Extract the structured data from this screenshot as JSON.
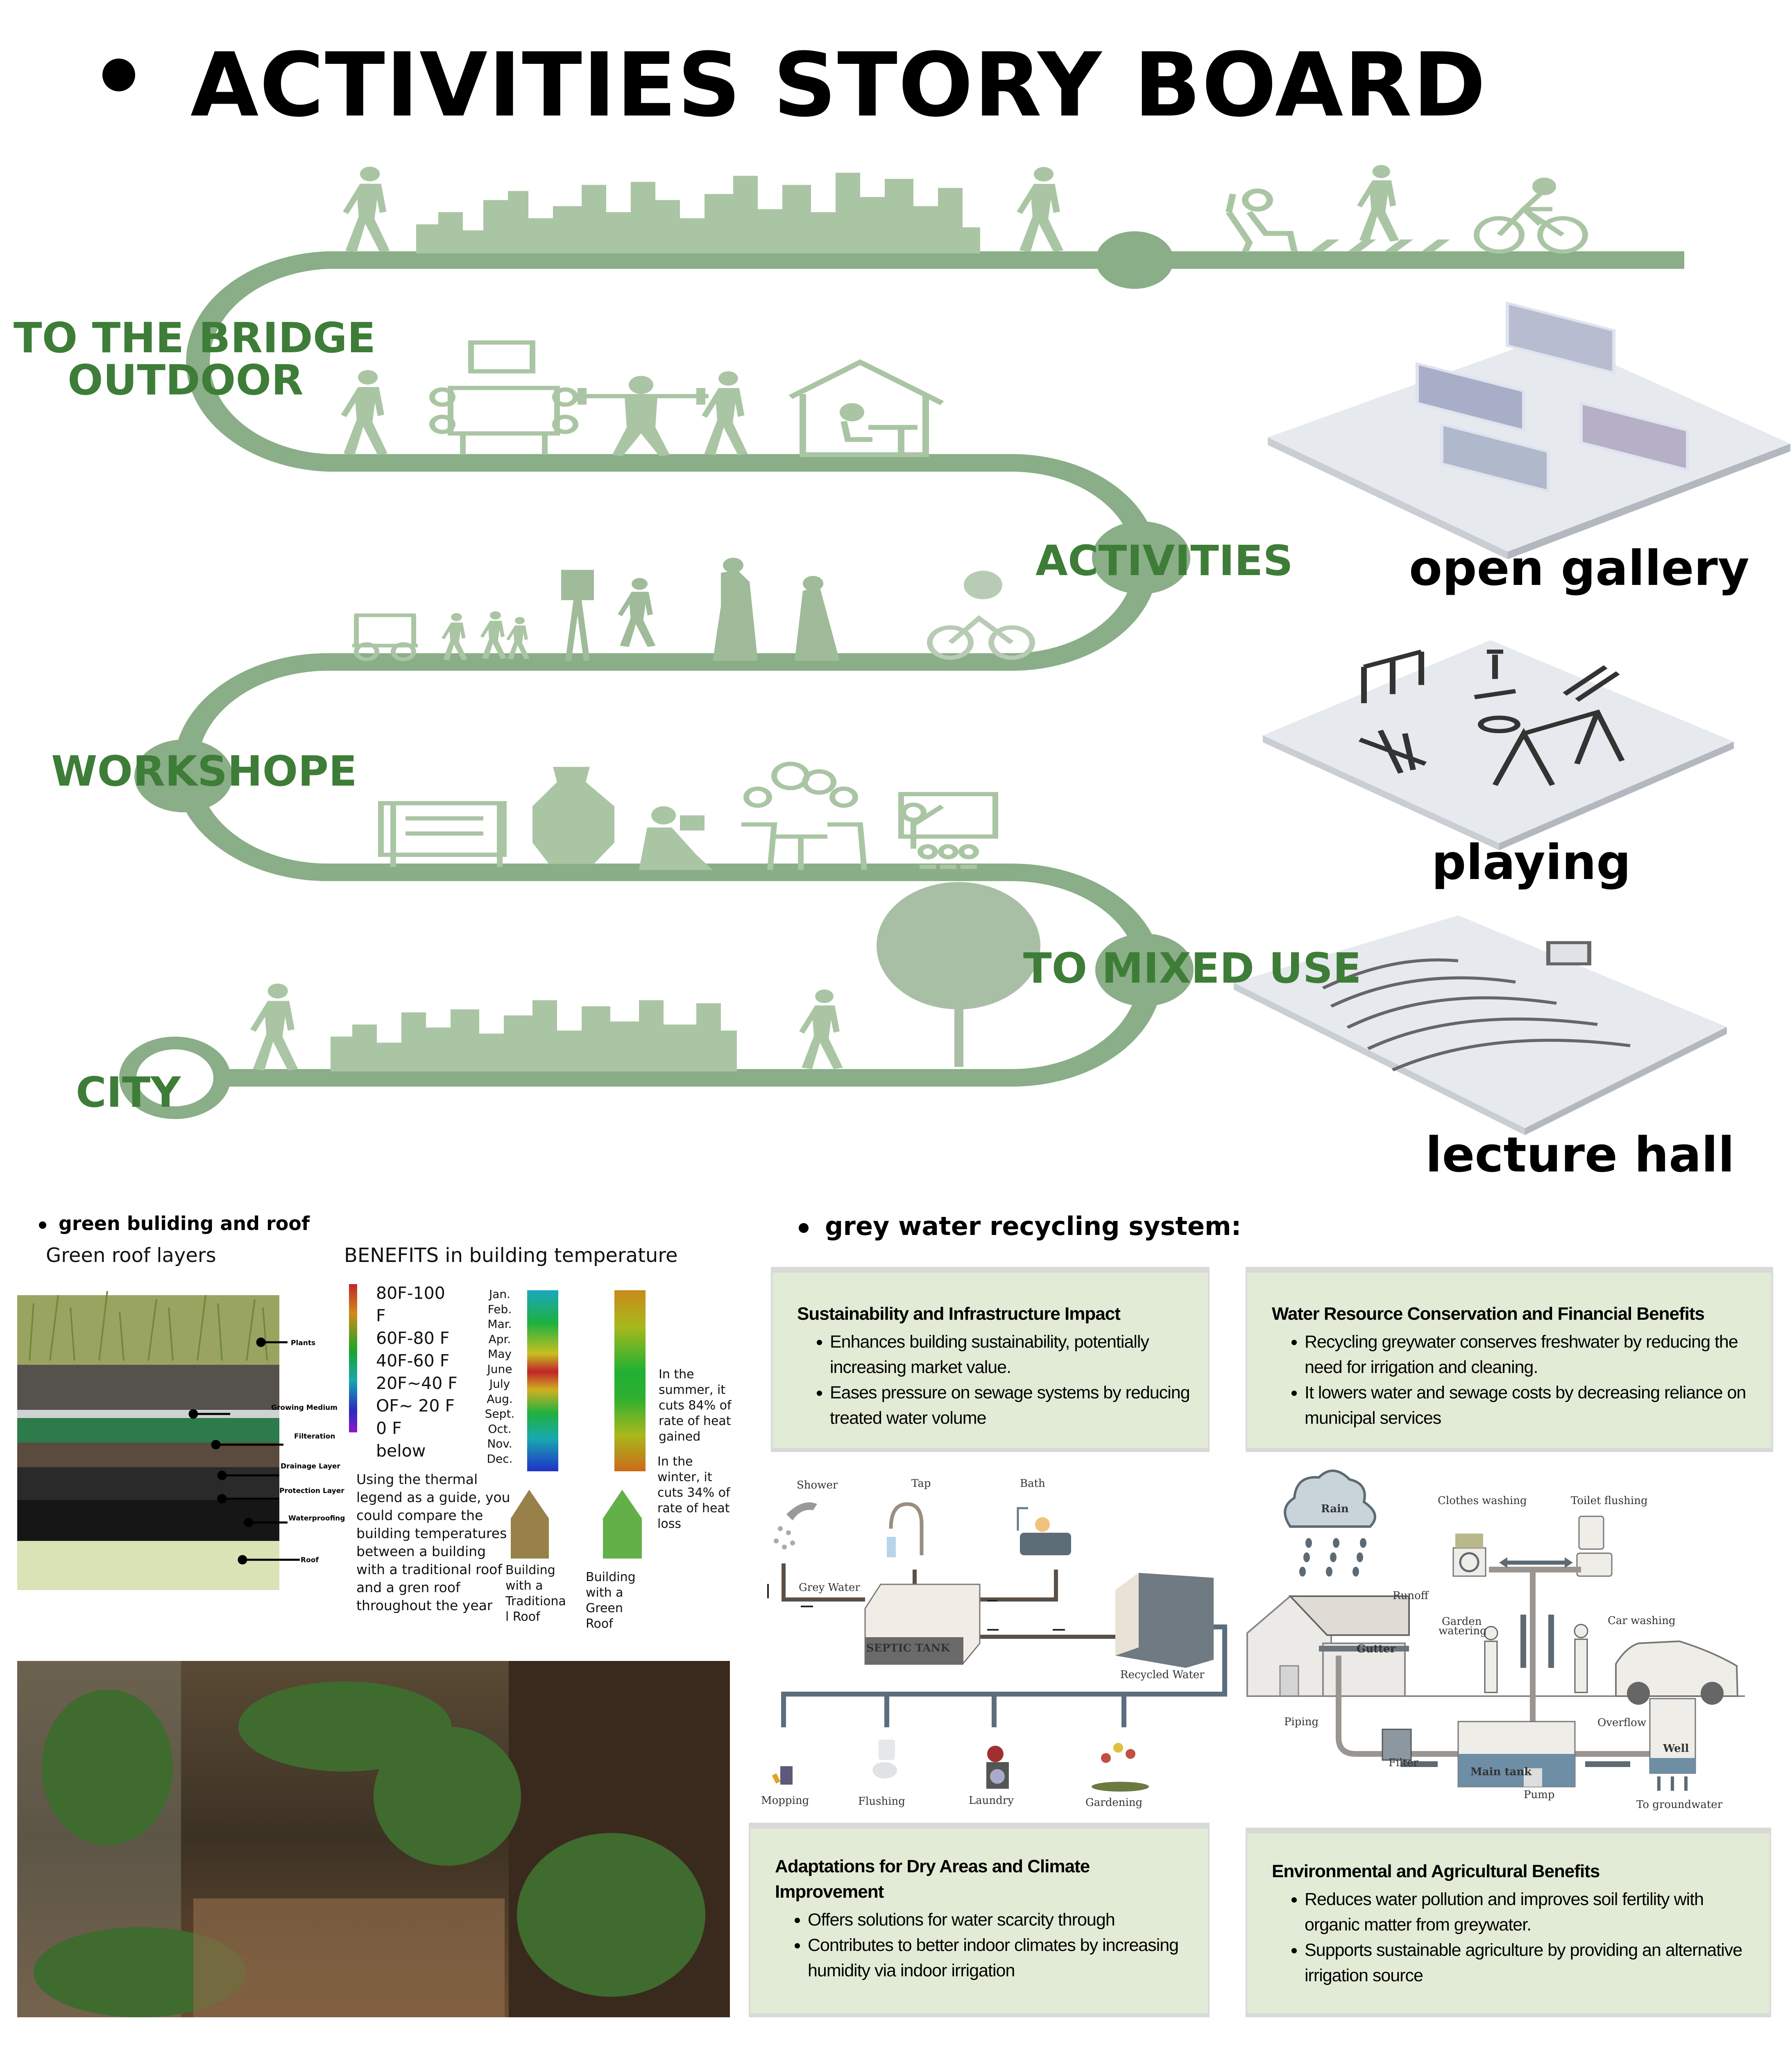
{
  "title": "ACTIVITIES STORY BOARD",
  "route": {
    "to_the_bridge": "TO THE BRIDGE",
    "outdoor": "OUTDOOR",
    "activities": "ACTIVITIES",
    "workshope": "WORKSHOPE",
    "to_mixed_use": "TO MIXED USE",
    "city": "CITY"
  },
  "colors": {
    "path": "#8aae87",
    "label_green": "#3e7d38",
    "silhouette": "#aac5a4",
    "card_bg": "#e2ebd5"
  },
  "venues": [
    "open gallery",
    "playing",
    "lecture hall"
  ],
  "icons": {
    "row1": [
      "walking-person-icon",
      "skyline-icon",
      "relaxing-person-icon",
      "crosswalk-walker-icon",
      "cyclist-icon"
    ],
    "row2": [
      "walking-person-icon",
      "meeting-table-icon",
      "weightlifter-icon",
      "house-desk-icon"
    ],
    "row3": [
      "golf-cart-icon",
      "running-kids-icon",
      "painter-icon",
      "musicians-icon",
      "bmx-rider-icon"
    ],
    "row4": [
      "loom-icon",
      "vase-icon",
      "reading-child-icon",
      "discussion-icon",
      "teacher-icon"
    ],
    "row5": [
      "walking-person-icon",
      "city-skyline-icon",
      "tree-icon"
    ]
  },
  "green_roof": {
    "heading": "green buliding and roof",
    "layers_title": "Green roof layers",
    "layers": [
      "Plants",
      "Growing Medium",
      "Filteration",
      "Drainage Layer",
      "Protection Layer",
      "Waterproofing",
      "Roof"
    ],
    "benefits_title": "BENEFITS in building temperature",
    "legend": [
      "80F-100",
      "F",
      "60F-80 F",
      "40F-60 F",
      "20F~40 F",
      "OF~ 20 F",
      "0 F",
      "below"
    ],
    "months": [
      "Jan.",
      "Feb.",
      "Mar.",
      "Apr.",
      "May",
      "June",
      "July",
      "Aug.",
      "Sept.",
      "Oct.",
      "Nov.",
      "Dec."
    ],
    "summer_note": "In the summer, it cuts 84% of rate of heat gained",
    "winter_note": "In the winter, it cuts 34% of rate of heat loss",
    "explanation": "Using the thermal legend as a guide, you could compare the building temperatures between a building with a traditional roof and a gren roof throughout the year",
    "traditional_caption": "Building with a Traditiona l Roof",
    "green_caption": "Building with a Green Roof"
  },
  "grey_water": {
    "heading": "grey water recycling system:",
    "cards": [
      {
        "title": "Sustainability and Infrastructure Impact",
        "bullets": [
          "Enhances building sustainability, potentially increasing market value.",
          "Eases pressure on sewage systems by reducing treated water volume"
        ]
      },
      {
        "title": "Water Resource Conservation and Financial Benefits",
        "bullets": [
          "Recycling greywater conserves freshwater by reducing the need for irrigation and cleaning.",
          "It lowers water and sewage costs by decreasing reliance on municipal services"
        ]
      },
      {
        "title": "Adaptations for Dry Areas and Climate Improvement",
        "bullets": [
          "Offers solutions for water scarcity through",
          "Contributes to better indoor climates by increasing humidity via indoor irrigation"
        ]
      },
      {
        "title": "Environmental and Agricultural Benefits",
        "bullets": [
          "Reduces water pollution and improves soil fertility with organic matter from greywater.",
          "Supports sustainable agriculture by providing an alternative irrigation source"
        ]
      }
    ],
    "diagram1": {
      "sources": [
        "Shower",
        "Tap",
        "Bath"
      ],
      "grey_water": "Grey Water",
      "septic": "SEPTIC TANK",
      "recycled": "Recycled Water",
      "uses": [
        "Mopping",
        "Flushing",
        "Laundry",
        "Gardening"
      ]
    },
    "diagram2": {
      "rain": "Rain",
      "clothes": "Clothes washing",
      "toilet": "Toilet flushing",
      "runoff": "Runoff",
      "garden": [
        "Garden",
        "watering"
      ],
      "car": "Car washing",
      "gutter": "Gutter",
      "piping": "Piping",
      "filter": "Filter",
      "overflow": "Overflow",
      "main_tank": "Main tank",
      "well": "Well",
      "pump": "Pump",
      "groundwater": "To groundwater"
    }
  }
}
